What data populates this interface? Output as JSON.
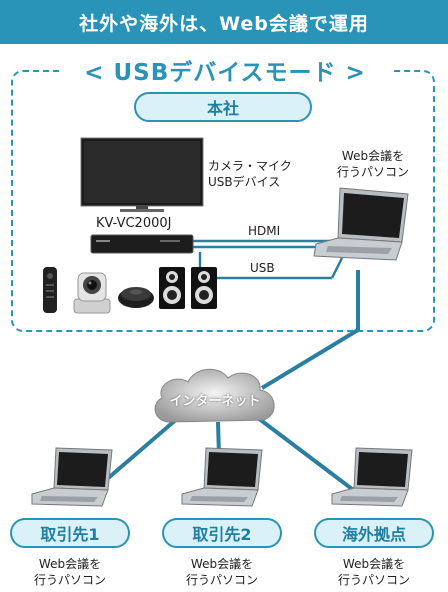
{
  "title": "社外や海外は、Web会議で運用",
  "mode_title": "< USBデバイスモード >",
  "headquarters": {
    "label": "本社",
    "device_caption_line1": "カメラ・マイク",
    "device_caption_line2": "USBデバイス",
    "pc_caption_line1": "Web会議を",
    "pc_caption_line2": "行うパソコン",
    "device_model": "KV-VC2000J",
    "hdmi_label": "HDMI",
    "usb_label": "USB"
  },
  "internet_label": "インターネット",
  "sites": [
    {
      "label": "取引先1",
      "caption_line1": "Web会議を",
      "caption_line2": "行うパソコン"
    },
    {
      "label": "取引先2",
      "caption_line1": "Web会議を",
      "caption_line2": "行うパソコン"
    },
    {
      "label": "海外拠点",
      "caption_line1": "Web会議を",
      "caption_line2": "行うパソコン"
    }
  ],
  "colors": {
    "accent": "#2a93b8",
    "line": "#2a7fa0",
    "pill_bg": "#daf1f8"
  }
}
